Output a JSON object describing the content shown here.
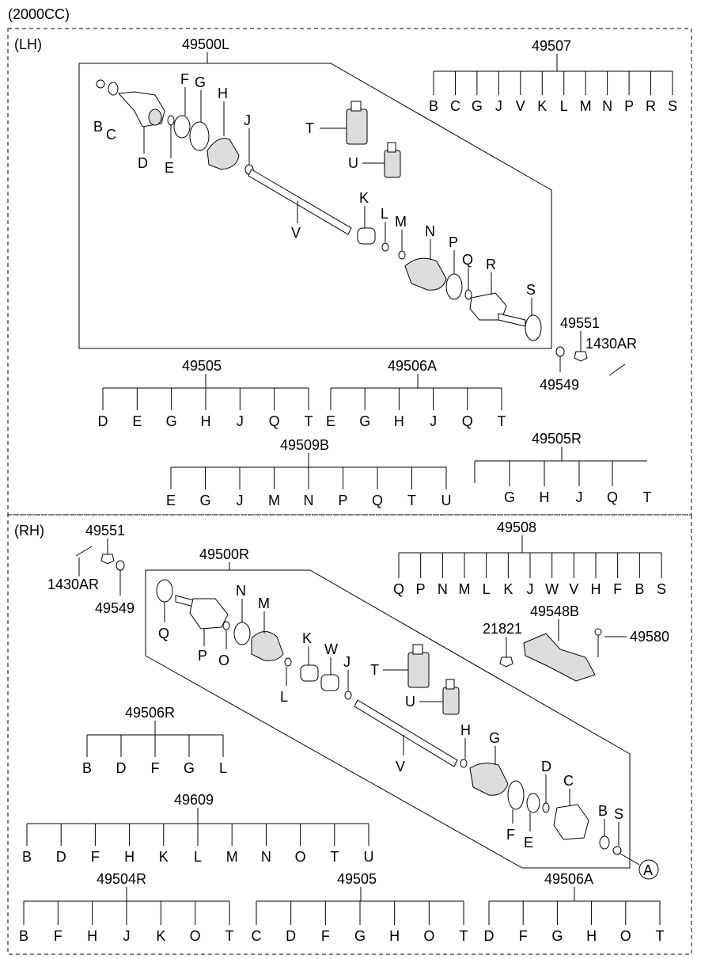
{
  "header": "(2000CC)",
  "lh": {
    "section_label": "(LH)",
    "assembly_label": "49500L",
    "part_letters": [
      "B",
      "C",
      "D",
      "E",
      "F",
      "G",
      "H",
      "J",
      "V",
      "K",
      "L",
      "M",
      "N",
      "P",
      "Q",
      "R",
      "S",
      "T",
      "U"
    ],
    "kits": [
      {
        "number": "49507",
        "items": [
          "B",
          "C",
          "G",
          "J",
          "V",
          "K",
          "L",
          "M",
          "N",
          "P",
          "R",
          "S"
        ]
      },
      {
        "number": "49505",
        "items": [
          "D",
          "E",
          "G",
          "H",
          "J",
          "Q",
          "T"
        ]
      },
      {
        "number": "49506A",
        "items": [
          "E",
          "G",
          "H",
          "J",
          "Q",
          "T"
        ]
      },
      {
        "number": "49509B",
        "items": [
          "E",
          "G",
          "J",
          "M",
          "N",
          "P",
          "Q",
          "T",
          "U"
        ]
      },
      {
        "number": "49505R",
        "items": [
          "G",
          "H",
          "J",
          "Q",
          "T"
        ]
      }
    ],
    "loose_parts": [
      "49551",
      "1430AR",
      "49549"
    ]
  },
  "rh": {
    "section_label": "(RH)",
    "assembly_label": "49500R",
    "part_letters": [
      "Q",
      "P",
      "O",
      "N",
      "M",
      "L",
      "K",
      "W",
      "J",
      "T",
      "U",
      "V",
      "H",
      "G",
      "F",
      "E",
      "D",
      "C",
      "B",
      "S"
    ],
    "kits": [
      {
        "number": "49508",
        "items": [
          "Q",
          "P",
          "N",
          "M",
          "L",
          "K",
          "J",
          "W",
          "V",
          "H",
          "F",
          "B",
          "S"
        ]
      },
      {
        "number": "49506R",
        "items": [
          "B",
          "D",
          "F",
          "G",
          "L"
        ]
      },
      {
        "number": "49609",
        "items": [
          "B",
          "D",
          "F",
          "H",
          "K",
          "L",
          "M",
          "N",
          "O",
          "T",
          "U"
        ]
      },
      {
        "number": "49504R",
        "items": [
          "B",
          "F",
          "H",
          "J",
          "K",
          "O",
          "T"
        ]
      },
      {
        "number": "49505",
        "items": [
          "C",
          "D",
          "F",
          "G",
          "H",
          "O",
          "T"
        ]
      },
      {
        "number": "49506A",
        "items": [
          "D",
          "F",
          "G",
          "H",
          "O",
          "T"
        ]
      }
    ],
    "loose_parts": [
      "49551",
      "1430AR",
      "49549",
      "21821",
      "49548B",
      "49580"
    ],
    "reference_marker": "A"
  }
}
